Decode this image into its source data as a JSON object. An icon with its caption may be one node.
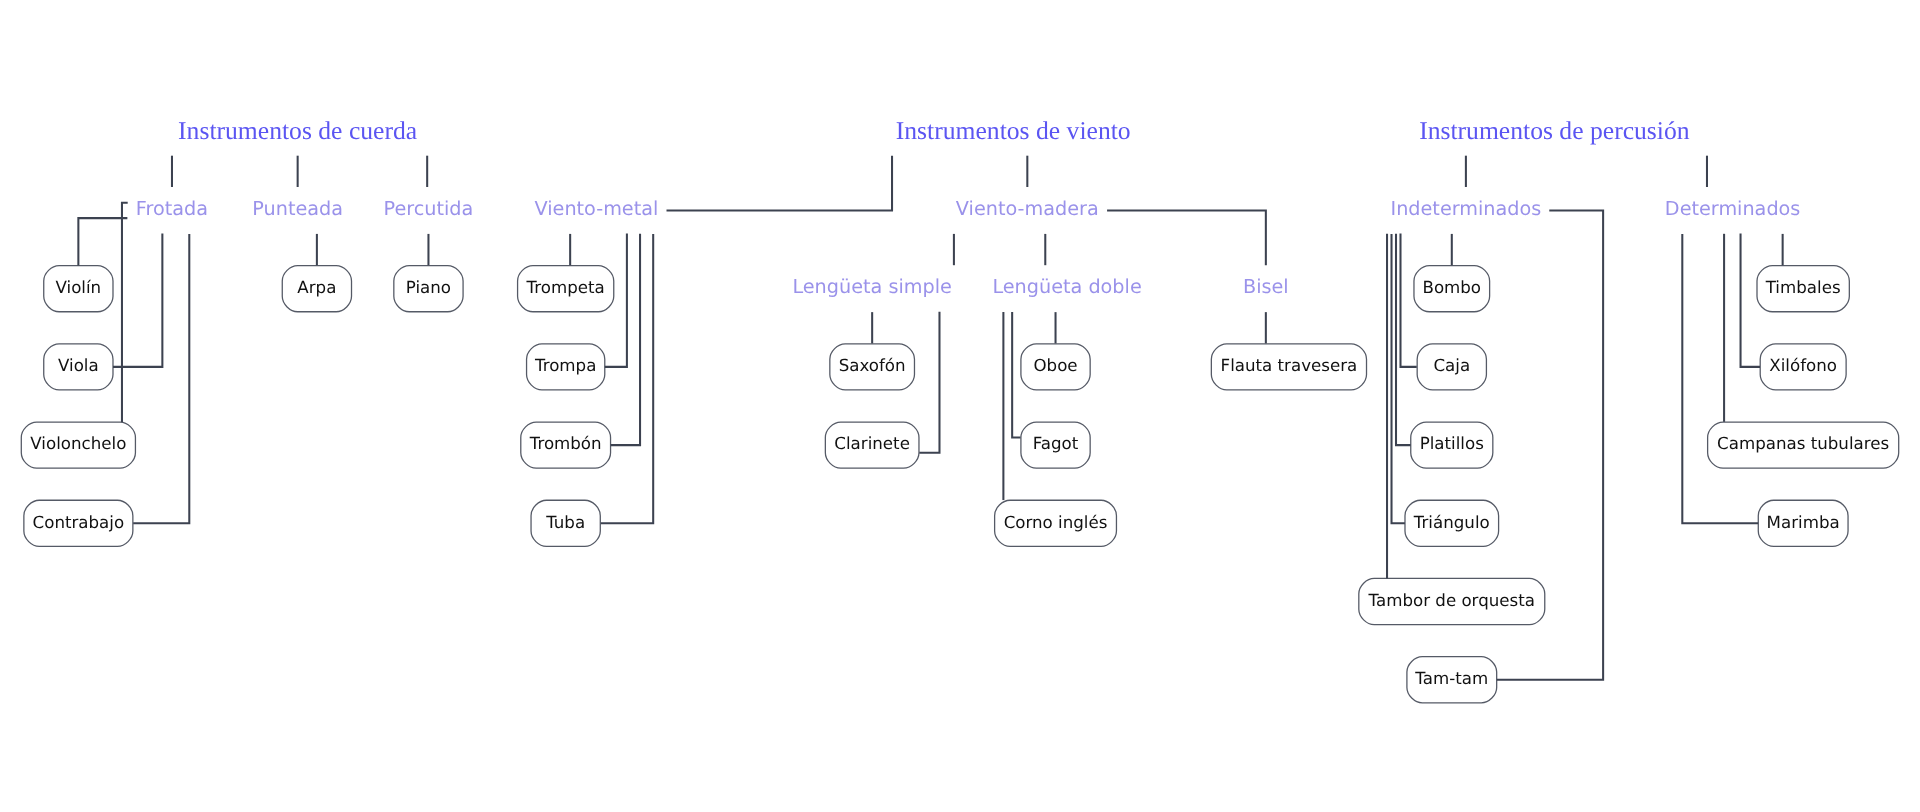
{
  "diagram": {
    "nodes": [
      {
        "text": [
          "Instrumentos de cuerda"
        ]
      },
      {
        "text": [
          "Instrumentos de viento"
        ]
      },
      {
        "text": [
          "Instrumentos de percusión"
        ]
      },
      {
        "text": [
          "Frotada"
        ]
      },
      {
        "text": [
          "Punteada"
        ]
      },
      {
        "text": [
          "Percutida"
        ]
      },
      {
        "text": [
          "Viento-metal"
        ]
      },
      {
        "text": [
          "Viento-madera"
        ]
      },
      {
        "text": [
          "Indeterminados"
        ]
      },
      {
        "text": [
          "Determinados"
        ]
      },
      {
        "text": [
          "Violín"
        ]
      },
      {
        "text": [
          "Viola"
        ]
      },
      {
        "text": [
          "Violonchelo"
        ]
      },
      {
        "text": [
          "Contrabajo"
        ]
      },
      {
        "text": [
          "Arpa"
        ]
      },
      {
        "text": [
          "Piano"
        ]
      },
      {
        "text": [
          "Trompeta"
        ]
      },
      {
        "text": [
          "Trompa"
        ]
      },
      {
        "text": [
          "Trombón"
        ]
      },
      {
        "text": [
          "Tuba"
        ]
      },
      {
        "text": [
          "Lengüeta simple"
        ]
      },
      {
        "text": [
          "Lengüeta doble"
        ]
      },
      {
        "text": [
          "Bisel"
        ]
      },
      {
        "text": [
          "Saxofón"
        ]
      },
      {
        "text": [
          "Clarinete"
        ]
      },
      {
        "text": [
          "Oboe"
        ]
      },
      {
        "text": [
          "Fagot"
        ]
      },
      {
        "text": [
          "Corno inglés"
        ]
      },
      {
        "text": [
          "Flauta travesera"
        ]
      },
      {
        "text": [
          "Bombo"
        ]
      },
      {
        "text": [
          "Caja"
        ]
      },
      {
        "text": [
          "Platillos"
        ]
      },
      {
        "text": [
          "Triángulo"
        ]
      },
      {
        "text": [
          "Tambor de orquesta"
        ]
      },
      {
        "text": [
          "Tam-tam"
        ]
      },
      {
        "text": [
          "Timbales"
        ]
      },
      {
        "text": [
          "Xilófono"
        ]
      },
      {
        "text": [
          "Campanas tubulares"
        ]
      },
      {
        "text": [
          "Marimba"
        ]
      }
    ],
    "edges": [
      {
        "from": 0,
        "to": 3,
        "arrow": "none"
      },
      {
        "from": 0,
        "to": 4,
        "arrow": "none"
      },
      {
        "from": 0,
        "to": 5,
        "arrow": "none"
      },
      {
        "from": 1,
        "to": 6,
        "arrow": "none"
      },
      {
        "from": 1,
        "to": 7,
        "arrow": "none"
      },
      {
        "from": 2,
        "to": 8,
        "arrow": "none"
      },
      {
        "from": 2,
        "to": 9,
        "arrow": "none"
      },
      {
        "from": 3,
        "to": 10,
        "arrow": "none"
      },
      {
        "from": 3,
        "to": 11,
        "arrow": "none"
      },
      {
        "from": 3,
        "to": 12,
        "arrow": "none"
      },
      {
        "from": 3,
        "to": 13,
        "arrow": "none"
      },
      {
        "from": 4,
        "to": 14,
        "arrow": "none"
      },
      {
        "from": 5,
        "to": 15,
        "arrow": "none"
      },
      {
        "from": 6,
        "to": 16,
        "arrow": "none"
      },
      {
        "from": 6,
        "to": 17,
        "arrow": "none"
      },
      {
        "from": 6,
        "to": 18,
        "arrow": "none"
      },
      {
        "from": 6,
        "to": 19,
        "arrow": "none"
      },
      {
        "from": 7,
        "to": 20,
        "arrow": "none"
      },
      {
        "from": 7,
        "to": 21,
        "arrow": "none"
      },
      {
        "from": 7,
        "to": 22,
        "arrow": "none"
      },
      {
        "from": 20,
        "to": 23,
        "arrow": "none"
      },
      {
        "from": 20,
        "to": 24,
        "arrow": "none"
      },
      {
        "from": 21,
        "to": 25,
        "arrow": "none"
      },
      {
        "from": 21,
        "to": 26,
        "arrow": "none"
      },
      {
        "from": 21,
        "to": 27,
        "arrow": "none"
      },
      {
        "from": 22,
        "to": 28,
        "arrow": "none"
      },
      {
        "from": 8,
        "to": 29,
        "arrow": "none"
      },
      {
        "from": 8,
        "to": 30,
        "arrow": "none"
      },
      {
        "from": 8,
        "to": 31,
        "arrow": "none"
      },
      {
        "from": 8,
        "to": 32,
        "arrow": "none"
      },
      {
        "from": 8,
        "to": 33,
        "arrow": "none"
      },
      {
        "from": 8,
        "to": 34,
        "arrow": "none"
      },
      {
        "from": 9,
        "to": 35,
        "arrow": "none"
      },
      {
        "from": 9,
        "to": 36,
        "arrow": "none"
      },
      {
        "from": 9,
        "to": 37,
        "arrow": "none"
      },
      {
        "from": 9,
        "to": 38,
        "arrow": "none"
      }
    ]
  }
}
